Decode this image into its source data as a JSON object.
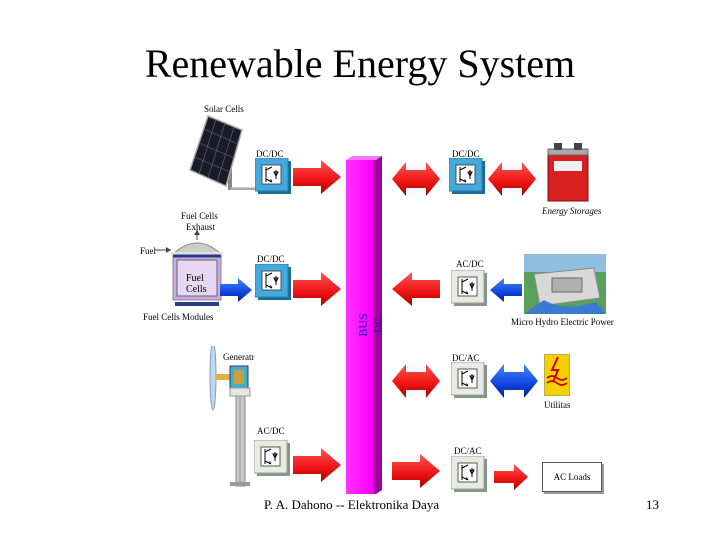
{
  "slide": {
    "title": "Renewable Energy System",
    "footer": "P. A. Dahono -- Elektronika Daya",
    "page_number": "13"
  },
  "bus": {
    "label": "BUS DC",
    "color": "#ff00ff"
  },
  "colors": {
    "arrow_red": "#ee1111",
    "arrow_blue": "#1144dd",
    "converter_blue": "#44aadd",
    "converter_gray": "#e6ebe3"
  },
  "sources": {
    "solar": {
      "label": "Solar Cells",
      "converter": "DC/DC"
    },
    "fuel_cells": {
      "exhaust_label_1": "Fuel Cells",
      "exhaust_label_2": "Exhaust",
      "fuel_label": "Fuel",
      "stack_label_1": "Fuel",
      "stack_label_2": "Cells",
      "module_label": "Fuel Cells Modules",
      "converter": "DC/DC"
    },
    "wind": {
      "label": "Generatr",
      "converter": "AC/DC"
    }
  },
  "loads": {
    "storage": {
      "label": "Energy Storages",
      "converter": "DC/DC"
    },
    "hydro": {
      "label": "Micro Hydro Electric Power",
      "converter": "AC/DC"
    },
    "utility": {
      "label": "Utilitas",
      "converter": "DC/AC"
    },
    "ac_loads": {
      "label": "AC Loads",
      "converter": "DC/AC"
    }
  }
}
